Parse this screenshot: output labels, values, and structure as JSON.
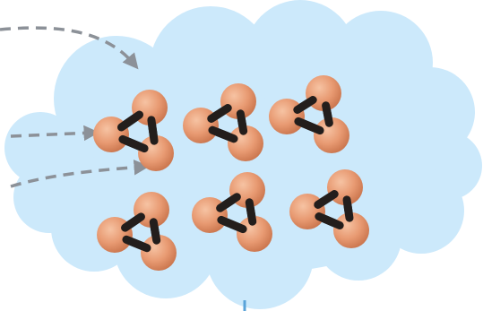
{
  "colors": {
    "cloud_fill": "#cce9fb",
    "arrow": "#8c9198",
    "bond": "#231e1c",
    "atom": "#e89a72",
    "atom_shadow": "#c9744c",
    "connector": "#5aa3d8"
  },
  "cloud": {
    "name": "cloud-region"
  },
  "arrows": [
    {
      "name": "incoming-arrow-top"
    },
    {
      "name": "incoming-arrow-middle"
    },
    {
      "name": "incoming-arrow-bottom"
    }
  ],
  "molecules": [
    {
      "name": "triatomic-molecule-1"
    },
    {
      "name": "triatomic-molecule-2"
    },
    {
      "name": "triatomic-molecule-3"
    },
    {
      "name": "triatomic-molecule-4"
    },
    {
      "name": "triatomic-molecule-5"
    },
    {
      "name": "triatomic-molecule-6"
    }
  ]
}
